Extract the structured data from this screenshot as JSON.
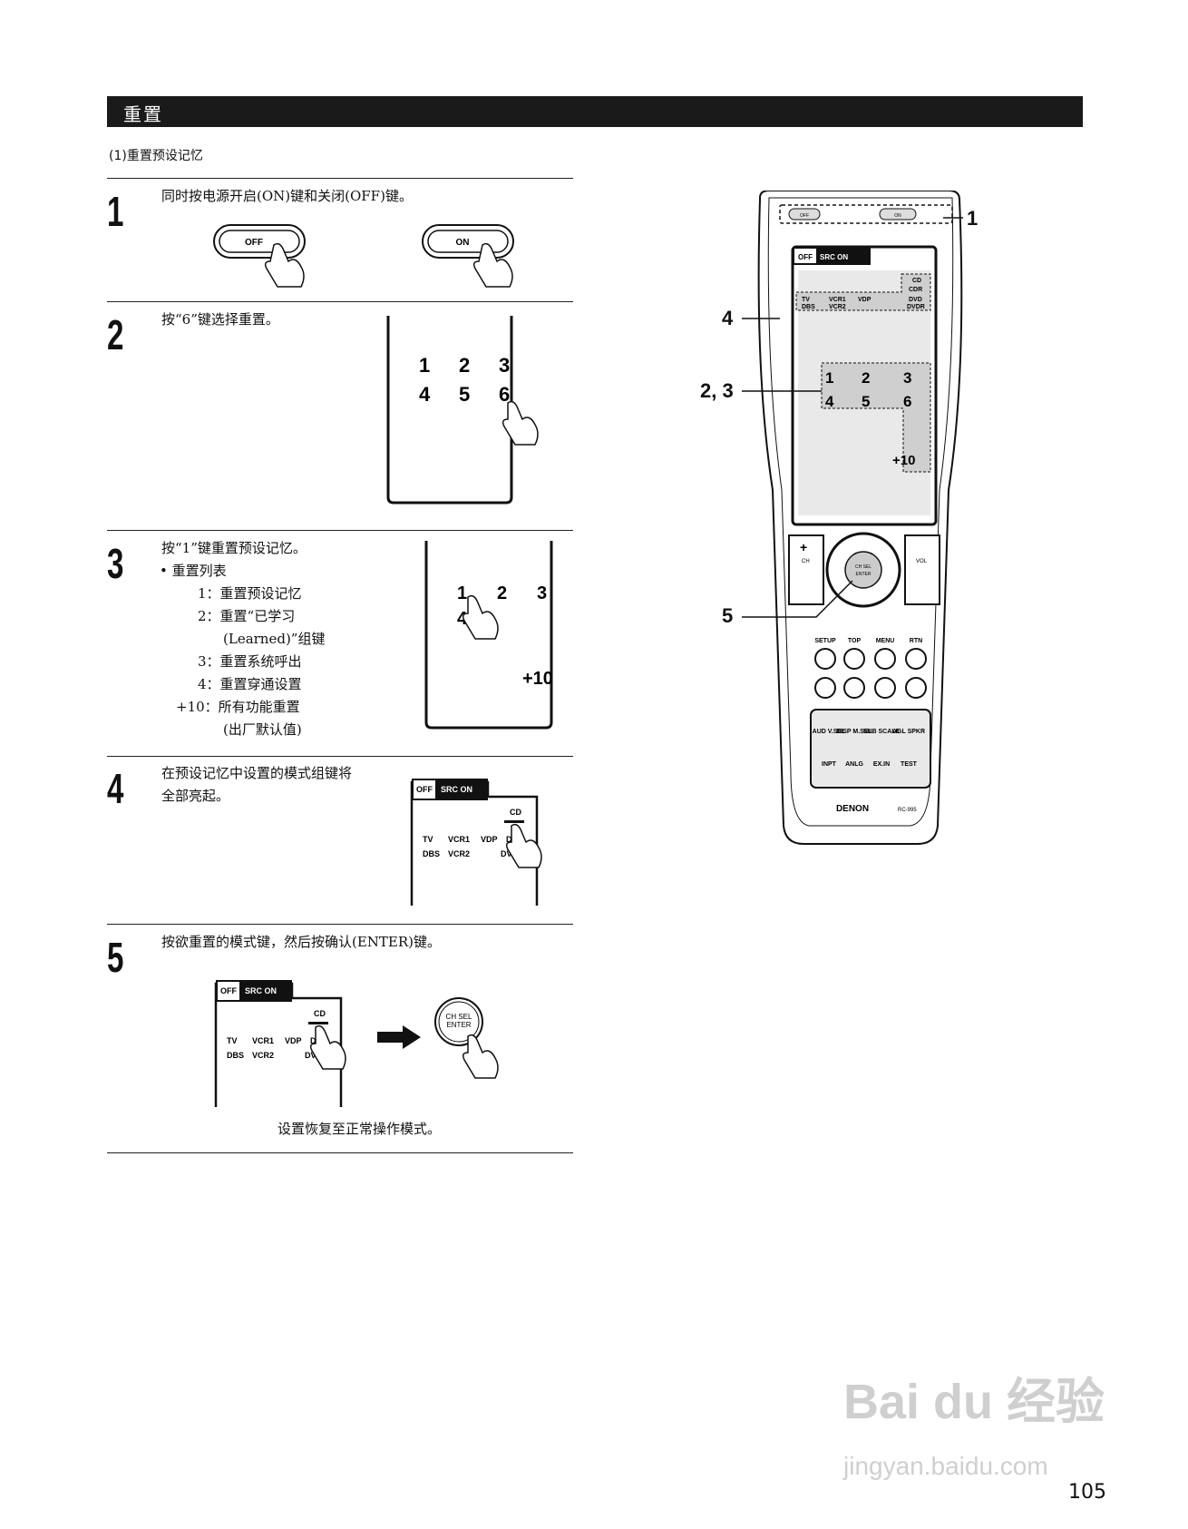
{
  "header": {
    "title": "重置"
  },
  "subtitle": "(1)重置预设记忆",
  "steps": [
    {
      "num": "1",
      "text": "同时按电源开启(ON)键和关闭(OFF)键。",
      "btn_off": "OFF",
      "btn_on": "ON"
    },
    {
      "num": "2",
      "text": "按“6”键选择重置。",
      "keys": [
        "1",
        "2",
        "3",
        "4",
        "5",
        "6"
      ]
    },
    {
      "num": "3",
      "text": "按“1”键重置预设记忆。",
      "list_title": "重置列表",
      "items": [
        "1：重置预设记忆",
        "2：重置“已学习",
        "(Learned)”组键",
        "3：重置系统呼出",
        "4：重置穿通设置",
        "+10：所有功能重置",
        "(出厂默认值)"
      ],
      "keys": [
        "1",
        "2",
        "3",
        "4",
        "+10"
      ]
    },
    {
      "num": "4",
      "text": "在预设记忆中设置的模式组键将\n全部亮起。"
    },
    {
      "num": "5",
      "text": "按欲重置的模式键，然后按确认(ENTER)键。",
      "note": "设置恢复至正常操作模式。",
      "enter_label": [
        "CH SEL",
        "ENTER"
      ]
    }
  ],
  "display": {
    "off": "OFF",
    "src_on": "SRC ON",
    "cd": "CD",
    "cdr": "CDR",
    "dvd": "DVD",
    "dvdr": "DVDR",
    "row1": [
      "TV",
      "VCR1",
      "VDP"
    ],
    "row2": [
      "DBS",
      "VCR2"
    ]
  },
  "remote": {
    "top_buttons": [
      "OFF",
      "ON"
    ],
    "keys": [
      "1",
      "2",
      "3",
      "4",
      "5",
      "6",
      "+10"
    ],
    "ch": "CH",
    "vol": "VOL",
    "enter": [
      "CH SEL",
      "ENTER"
    ],
    "row_labels": [
      "SETUP",
      "TOP",
      "MENU",
      "RTN"
    ],
    "panel_row1": [
      "AUD\nV.SEL",
      "DISP\nM.SEL",
      "SUB\nSCALE",
      "AGL\nSPKR"
    ],
    "panel_row2": [
      "INPT",
      "ANLG",
      "EX.IN",
      "TEST"
    ],
    "brand": "DENON",
    "model": "RC-995"
  },
  "callouts": [
    "1",
    "4",
    "2, 3",
    "5"
  ],
  "page_number": "105",
  "watermark": {
    "logo": "Bai du 经验",
    "url": "jingyan.baidu.com"
  }
}
